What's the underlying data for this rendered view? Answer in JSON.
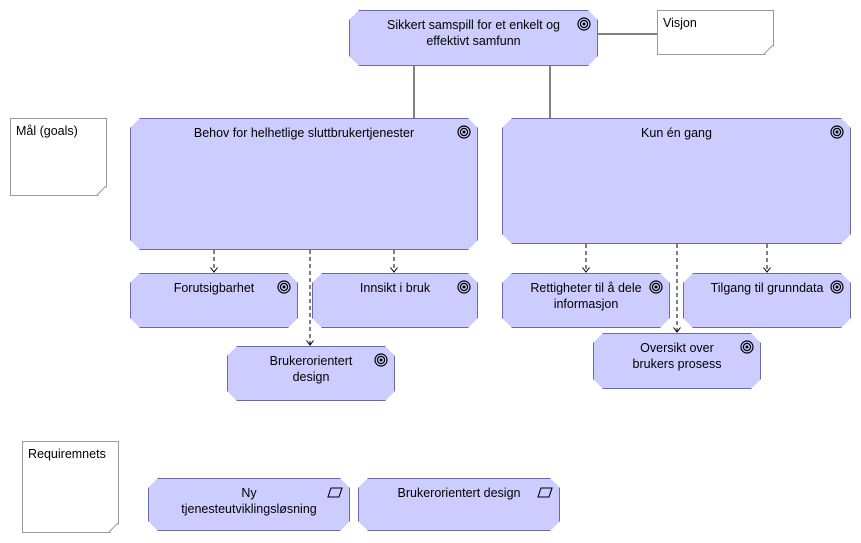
{
  "diagram": {
    "vision_goal": "Sikkert samspill for et enkelt og effektivt samfunn",
    "vision_note": "Visjon",
    "goals_note": "Mål (goals)",
    "requirements_note": "Requiremnets",
    "goals": {
      "behov": "Behov for helhetlige sluttbrukertjenester",
      "kun_en_gang": "Kun én gang",
      "forutsigbarhet": "Forutsigbarhet",
      "innsikt": "Innsikt i bruk",
      "brukerorientert": "Brukerorientert design",
      "rettigheter": "Rettigheter til å dele informasjon",
      "tilgang": "Tilgang til grunndata",
      "oversikt": "Oversikt over brukers prosess"
    },
    "requirements": {
      "ny_tjeneste": "Ny tjenesteutviklingsløsning",
      "brukerorientert_design": "Brukerorientert design"
    },
    "colors": {
      "element_fill": "#ccccff",
      "element_border": "#6a6aa8"
    }
  }
}
